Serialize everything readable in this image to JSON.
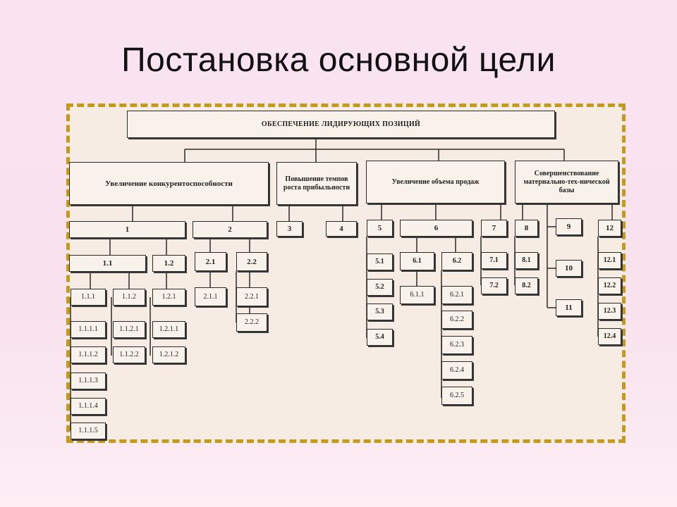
{
  "slide": {
    "title": "Постановка основной цели"
  },
  "diagram": {
    "root": "ОБЕСПЕЧЕНИЕ ЛИДИРУЮЩИХ ПОЗИЦИЙ",
    "branches": {
      "b1": "Увеличение конкурентоспособности",
      "b2": "Повышение темпов роста прибыльности",
      "b3": "Увеличение объема продаж",
      "b4": "Совершенствование материально-тех-нической базы"
    },
    "nodes": {
      "n1": "1",
      "n2": "2",
      "n3": "3",
      "n4": "4",
      "n5": "5",
      "n6": "6",
      "n7": "7",
      "n8": "8",
      "n9": "9",
      "n10": "10",
      "n11": "11",
      "n12": "12",
      "n1_1": "1.1",
      "n1_2": "1.2",
      "n1_1_1": "1.1.1",
      "n1_1_2": "1.1.2",
      "n1_2_1": "1.2.1",
      "n1_1_1_1": "1.1.1.1",
      "n1_1_1_2": "1.1.1.2",
      "n1_1_1_3": "1.1.1.3",
      "n1_1_1_4": "1.1.1.4",
      "n1_1_1_5": "1.1.1.5",
      "n1_1_2_1": "1.1.2.1",
      "n1_1_2_2": "1.1.2.2",
      "n1_2_1_1": "1.2.1.1",
      "n1_2_1_2": "1.2.1.2",
      "n2_1": "2.1",
      "n2_2": "2.2",
      "n2_1_1": "2.1.1",
      "n2_2_1": "2.2.1",
      "n2_2_2": "2.2.2",
      "n5_1": "5.1",
      "n5_2": "5.2",
      "n5_3": "5.3",
      "n5_4": "5.4",
      "n6_1": "6.1",
      "n6_2": "6.2",
      "n6_1_1": "6.1.1",
      "n6_2_1": "6.2.1",
      "n6_2_2": "6.2.2",
      "n6_2_3": "6.2.3",
      "n6_2_4": "6.2.4",
      "n6_2_5": "6.2.5",
      "n7_1": "7.1",
      "n7_2": "7.2",
      "n8_1": "8.1",
      "n8_2": "8.2",
      "n12_1": "12.1",
      "n12_2": "12.2",
      "n12_3": "12.3",
      "n12_4": "12.4"
    }
  }
}
